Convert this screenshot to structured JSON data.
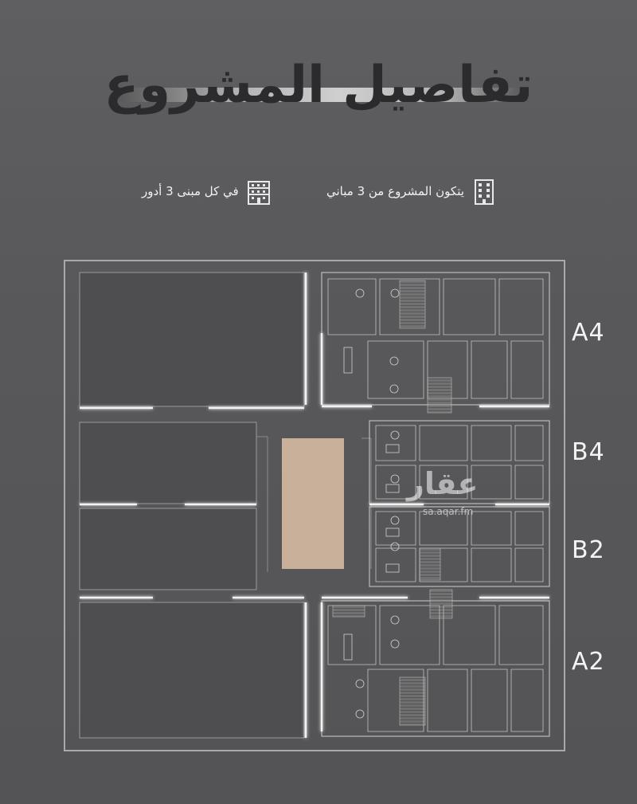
{
  "title": "تفاصيل المشروع",
  "stats": [
    {
      "icon": "building-icon",
      "text": "يتكون المشروع من 3 مباني"
    },
    {
      "icon": "floors-icon",
      "text": "في كل مبنى 3 أدور"
    }
  ],
  "buildings": [
    "A4",
    "B4",
    "B2",
    "A2"
  ],
  "watermark": {
    "brand": "عقار",
    "url": "sa.aqar.fm"
  },
  "colors": {
    "background": "#58585a",
    "block": "#505052",
    "courtyard": "#c9b09a",
    "lines": "#d8d8d8"
  }
}
